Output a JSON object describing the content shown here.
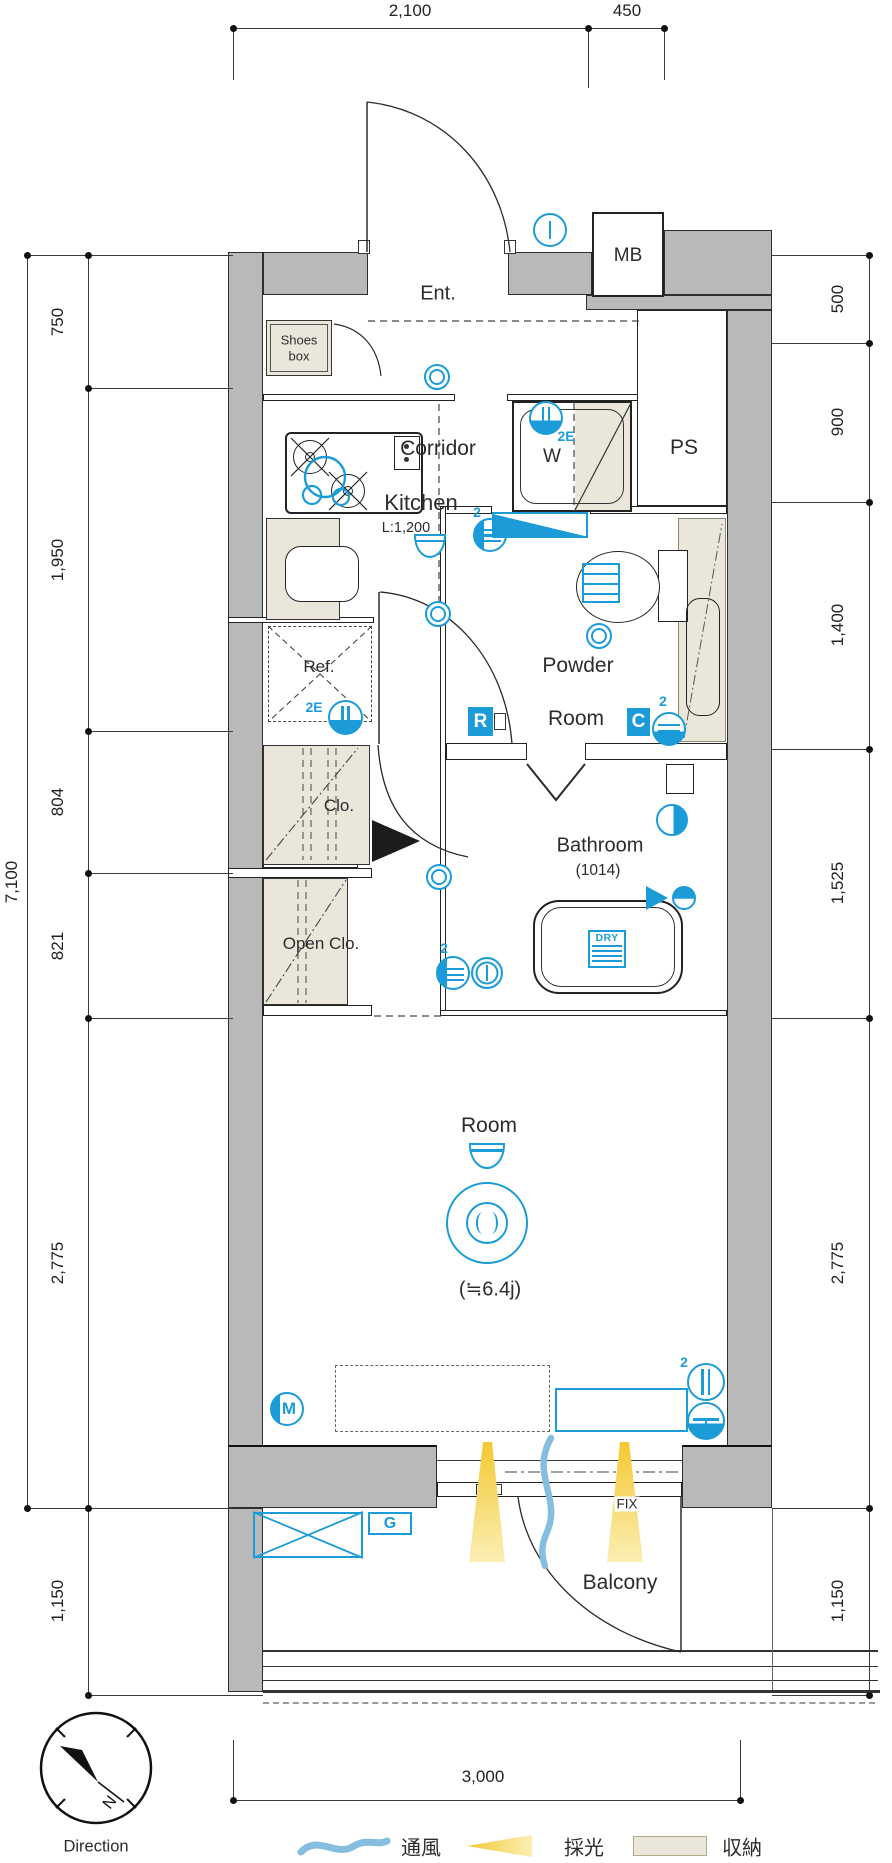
{
  "plan": {
    "rooms": {
      "ent": "Ent.",
      "mb": "MB",
      "shoes_box_1": "Shoes",
      "shoes_box_2": "box",
      "corridor": "Corridor",
      "kitchen": "Kitchen",
      "kitchen_size": "L:1,200",
      "washer": "W",
      "ps": "PS",
      "powder_1": "Powder",
      "powder_2": "Room",
      "ref": "Ref.",
      "clo": "Clo.",
      "bathroom": "Bathroom",
      "bathroom_size": "(1014)",
      "open_clo": "Open Clo.",
      "room": "Room",
      "room_size": "(≒6.4j)",
      "balcony": "Balcony",
      "fix": "FIX"
    },
    "markers": {
      "r": "R",
      "c": "C",
      "g": "G",
      "m": "M",
      "dry": "DRY",
      "outlet_2e": "2E",
      "outlet_2": "2"
    },
    "dimensions": {
      "top": [
        "2,100",
        "450"
      ],
      "left": [
        "750",
        "1,950",
        "804",
        "821",
        "2,775"
      ],
      "left_total": "7,100",
      "left_bottom": "1,150",
      "right": [
        "500",
        "900",
        "1,400",
        "1,525",
        "2,775"
      ],
      "right_bottom": "1,150",
      "bottom": "3,000"
    },
    "compass": {
      "label": "Direction",
      "north": "N"
    },
    "legend": [
      {
        "name": "airflow",
        "label": "通風"
      },
      {
        "name": "daylight",
        "label": "採光"
      },
      {
        "name": "storage",
        "label": "収納"
      }
    ],
    "colors": {
      "accent_blue": "#1b9cd8",
      "wall_gray": "#b9b9b9",
      "storage_beige": "#eae7da",
      "daylight_yellow": "#f5ce3e",
      "airflow_blue": "#85bede"
    }
  }
}
